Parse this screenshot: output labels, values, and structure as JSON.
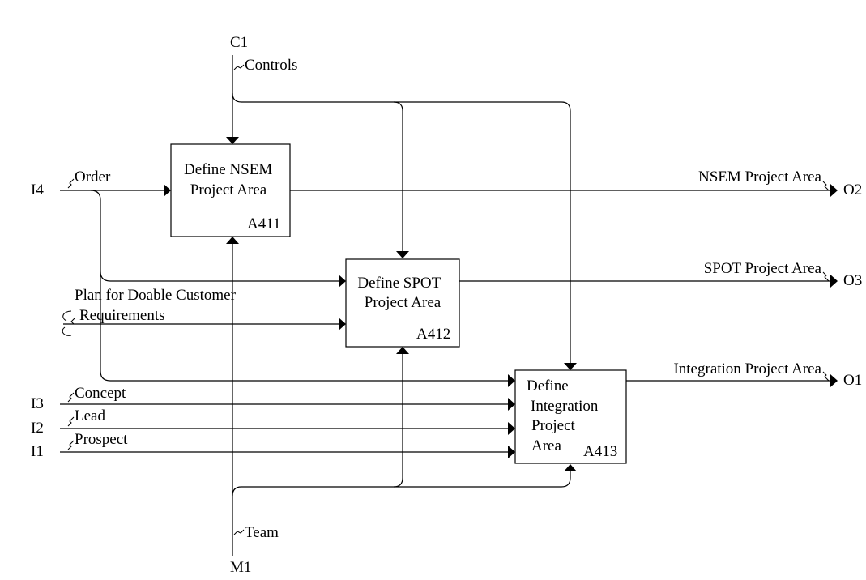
{
  "boxes": [
    {
      "title_lines": [
        "Define NSEM",
        "Project Area"
      ],
      "id": "A411"
    },
    {
      "title_lines": [
        "Define SPOT",
        "Project Area"
      ],
      "id": "A412"
    },
    {
      "title_lines": [
        "Define",
        "Integration",
        "Project",
        "Area"
      ],
      "id": "A413"
    }
  ],
  "inputs": [
    {
      "code": "I4",
      "label": "Order"
    },
    {
      "code": "I3",
      "label": "Concept"
    },
    {
      "code": "I2",
      "label": "Lead"
    },
    {
      "code": "I1",
      "label": "Prospect"
    }
  ],
  "outputs": [
    {
      "code": "O2",
      "label": "NSEM Project Area"
    },
    {
      "code": "O3",
      "label": "SPOT Project Area"
    },
    {
      "code": "O1",
      "label": "Integration Project Area"
    }
  ],
  "control": {
    "code": "C1",
    "label": "Controls"
  },
  "mechanism": {
    "code": "M1",
    "label": "Team"
  },
  "internal_flow": {
    "label_lines": [
      "Plan for Doable Customer",
      "Requirements"
    ]
  }
}
